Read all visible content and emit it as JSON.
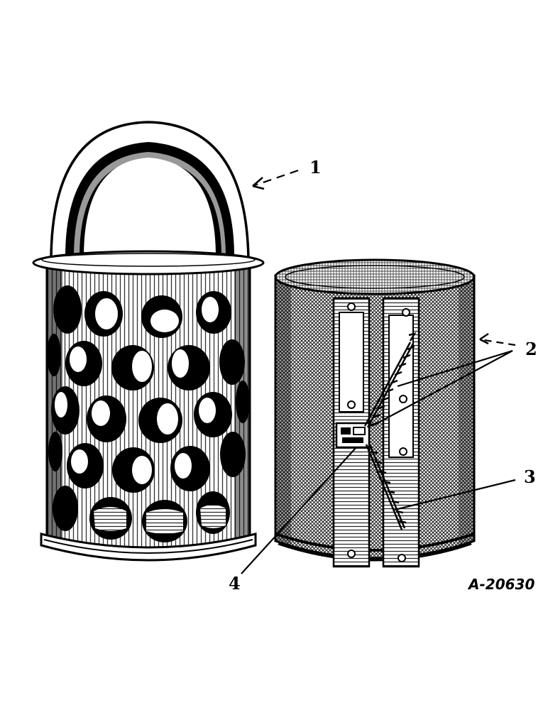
{
  "figure": {
    "reference": "A-20630",
    "callouts": [
      {
        "id": "1",
        "label": "1"
      },
      {
        "id": "2",
        "label": "2"
      },
      {
        "id": "3",
        "label": "3"
      },
      {
        "id": "4",
        "label": "4"
      }
    ],
    "colors": {
      "ink": "#000000",
      "paper": "#ffffff",
      "mesh": "#555555",
      "metal_shade": "#bdbdbd"
    }
  }
}
